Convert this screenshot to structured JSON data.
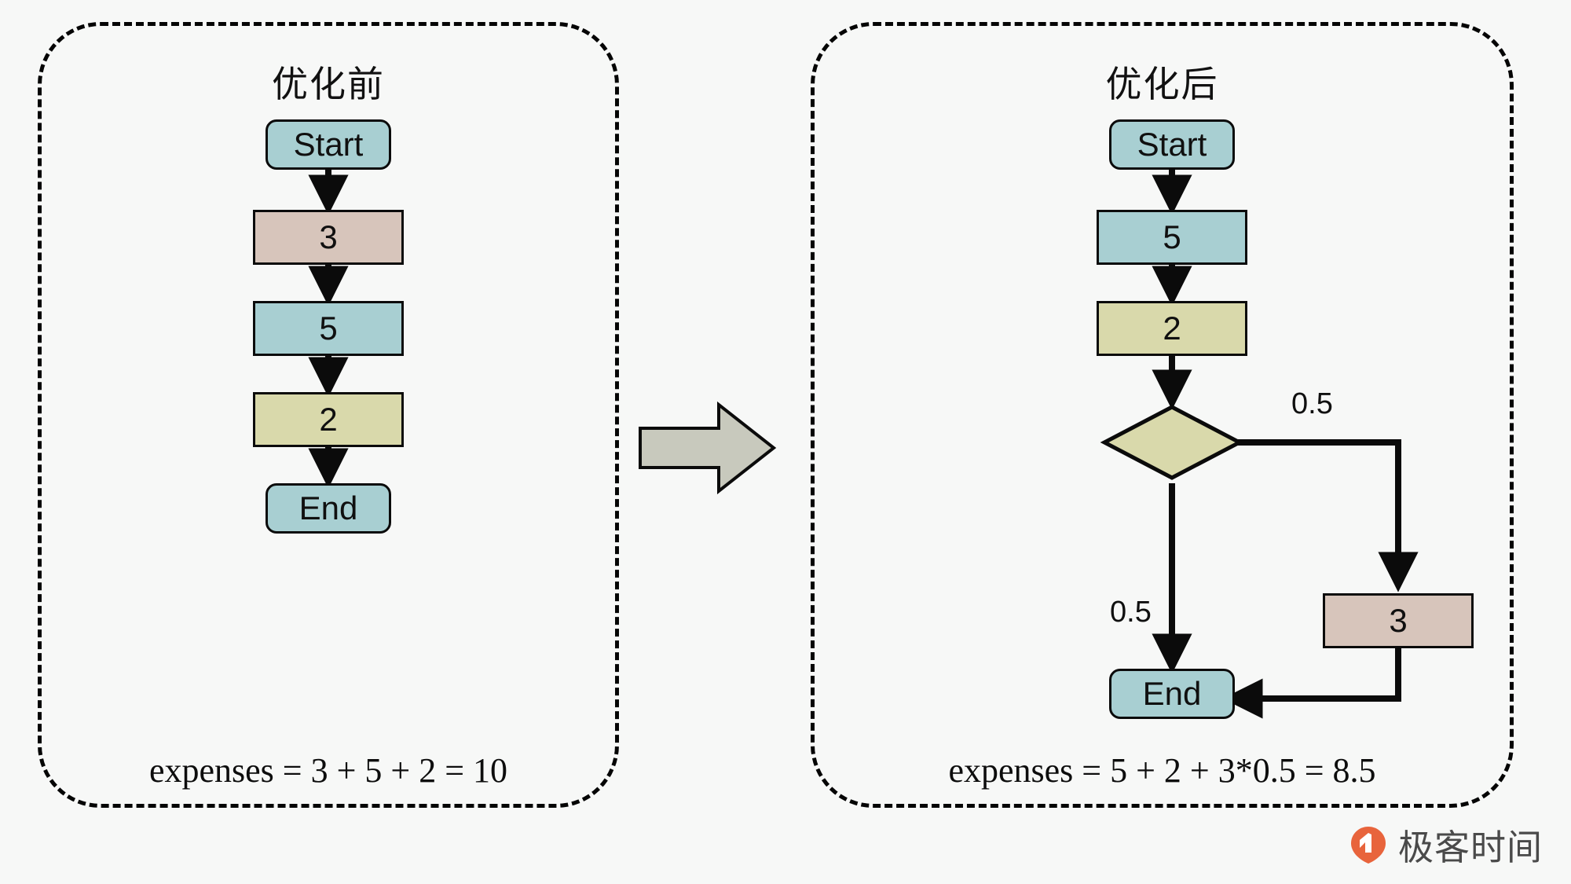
{
  "figure": {
    "type": "flowchart-comparison",
    "background_color": "#f7f8f7",
    "panels": [
      {
        "id": "before",
        "title": "优化前",
        "formula": "expenses = 3 + 5 + 2 = 10",
        "nodes": [
          {
            "id": "start",
            "label": "Start",
            "shape": "rounded-rect",
            "fill": "#a8cfd2"
          },
          {
            "id": "n3",
            "label": "3",
            "shape": "rect",
            "fill": "#d7c5bb"
          },
          {
            "id": "n5",
            "label": "5",
            "shape": "rect",
            "fill": "#a8cfd2"
          },
          {
            "id": "n2",
            "label": "2",
            "shape": "rect",
            "fill": "#d9d9ab"
          },
          {
            "id": "end",
            "label": "End",
            "shape": "rounded-rect",
            "fill": "#a8cfd2"
          }
        ],
        "edges": [
          {
            "from": "start",
            "to": "n3",
            "label": ""
          },
          {
            "from": "n3",
            "to": "n5",
            "label": ""
          },
          {
            "from": "n5",
            "to": "n2",
            "label": ""
          },
          {
            "from": "n2",
            "to": "end",
            "label": ""
          }
        ]
      },
      {
        "id": "after",
        "title": "优化后",
        "formula": "expenses = 5 + 2 + 3*0.5 = 8.5",
        "nodes": [
          {
            "id": "start",
            "label": "Start",
            "shape": "rounded-rect",
            "fill": "#a8cfd2"
          },
          {
            "id": "n5",
            "label": "5",
            "shape": "rect",
            "fill": "#a8cfd2"
          },
          {
            "id": "n2",
            "label": "2",
            "shape": "rect",
            "fill": "#d9d9ab"
          },
          {
            "id": "decision",
            "label": "",
            "shape": "diamond",
            "fill": "#d9d9ab"
          },
          {
            "id": "n3",
            "label": "3",
            "shape": "rect",
            "fill": "#d7c5bb"
          },
          {
            "id": "end",
            "label": "End",
            "shape": "rounded-rect",
            "fill": "#a8cfd2"
          }
        ],
        "edges": [
          {
            "from": "start",
            "to": "n5",
            "label": ""
          },
          {
            "from": "n5",
            "to": "n2",
            "label": ""
          },
          {
            "from": "n2",
            "to": "decision",
            "label": ""
          },
          {
            "from": "decision",
            "to": "n3",
            "label": "0.5"
          },
          {
            "from": "decision",
            "to": "end",
            "label": "0.5"
          },
          {
            "from": "n3",
            "to": "end",
            "label": ""
          }
        ]
      }
    ],
    "transition_arrow": {
      "name": "block-arrow-right",
      "fill": "#c8c9bd",
      "stroke": "#0b0b0b"
    },
    "watermark": {
      "text": "极客时间",
      "logo_color": "#e8643c",
      "text_color": "#4a4a4a"
    }
  }
}
